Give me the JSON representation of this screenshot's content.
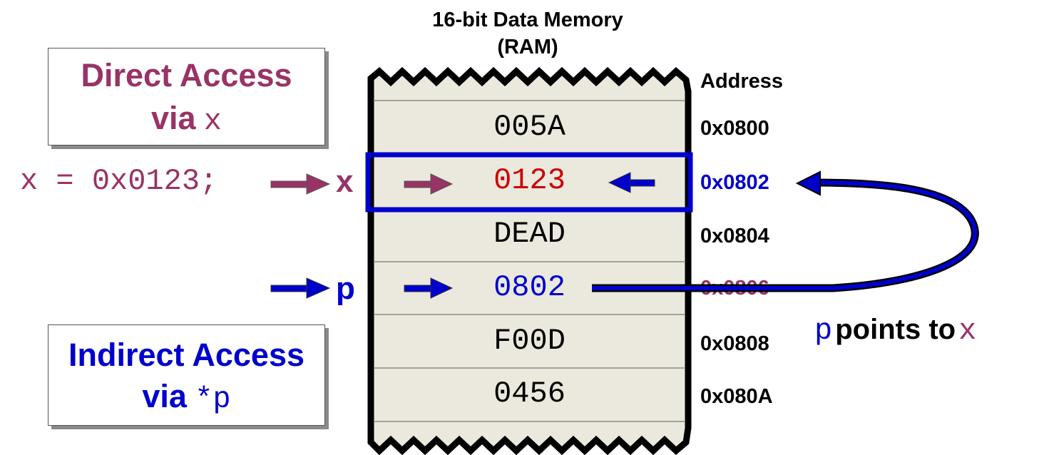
{
  "memory": {
    "title_line1": "16-bit Data Memory",
    "title_line2": "(RAM)",
    "address_header": "Address",
    "cells": [
      {
        "value": "005A",
        "address": "0x0800"
      },
      {
        "value": "0123",
        "address": "0x0802"
      },
      {
        "value": "DEAD",
        "address": "0x0804"
      },
      {
        "value": "0802",
        "address": "0x0806"
      },
      {
        "value": "F00D",
        "address": "0x0808"
      },
      {
        "value": "0456",
        "address": "0x080A"
      }
    ]
  },
  "direct_box": {
    "line1": "Direct Access",
    "via": "via",
    "var": "x"
  },
  "indirect_box": {
    "line1": "Indirect Access",
    "via": "via",
    "var": "*p"
  },
  "assignment": "x = 0x0123;",
  "x_label": "x",
  "p_label": "p",
  "caption": {
    "p": "p",
    "text": "points to",
    "x": "x"
  },
  "colors": {
    "purple": "#993366",
    "blue": "#0000cc",
    "red": "#cc0000",
    "ram_fill": "#ebe9dd"
  }
}
